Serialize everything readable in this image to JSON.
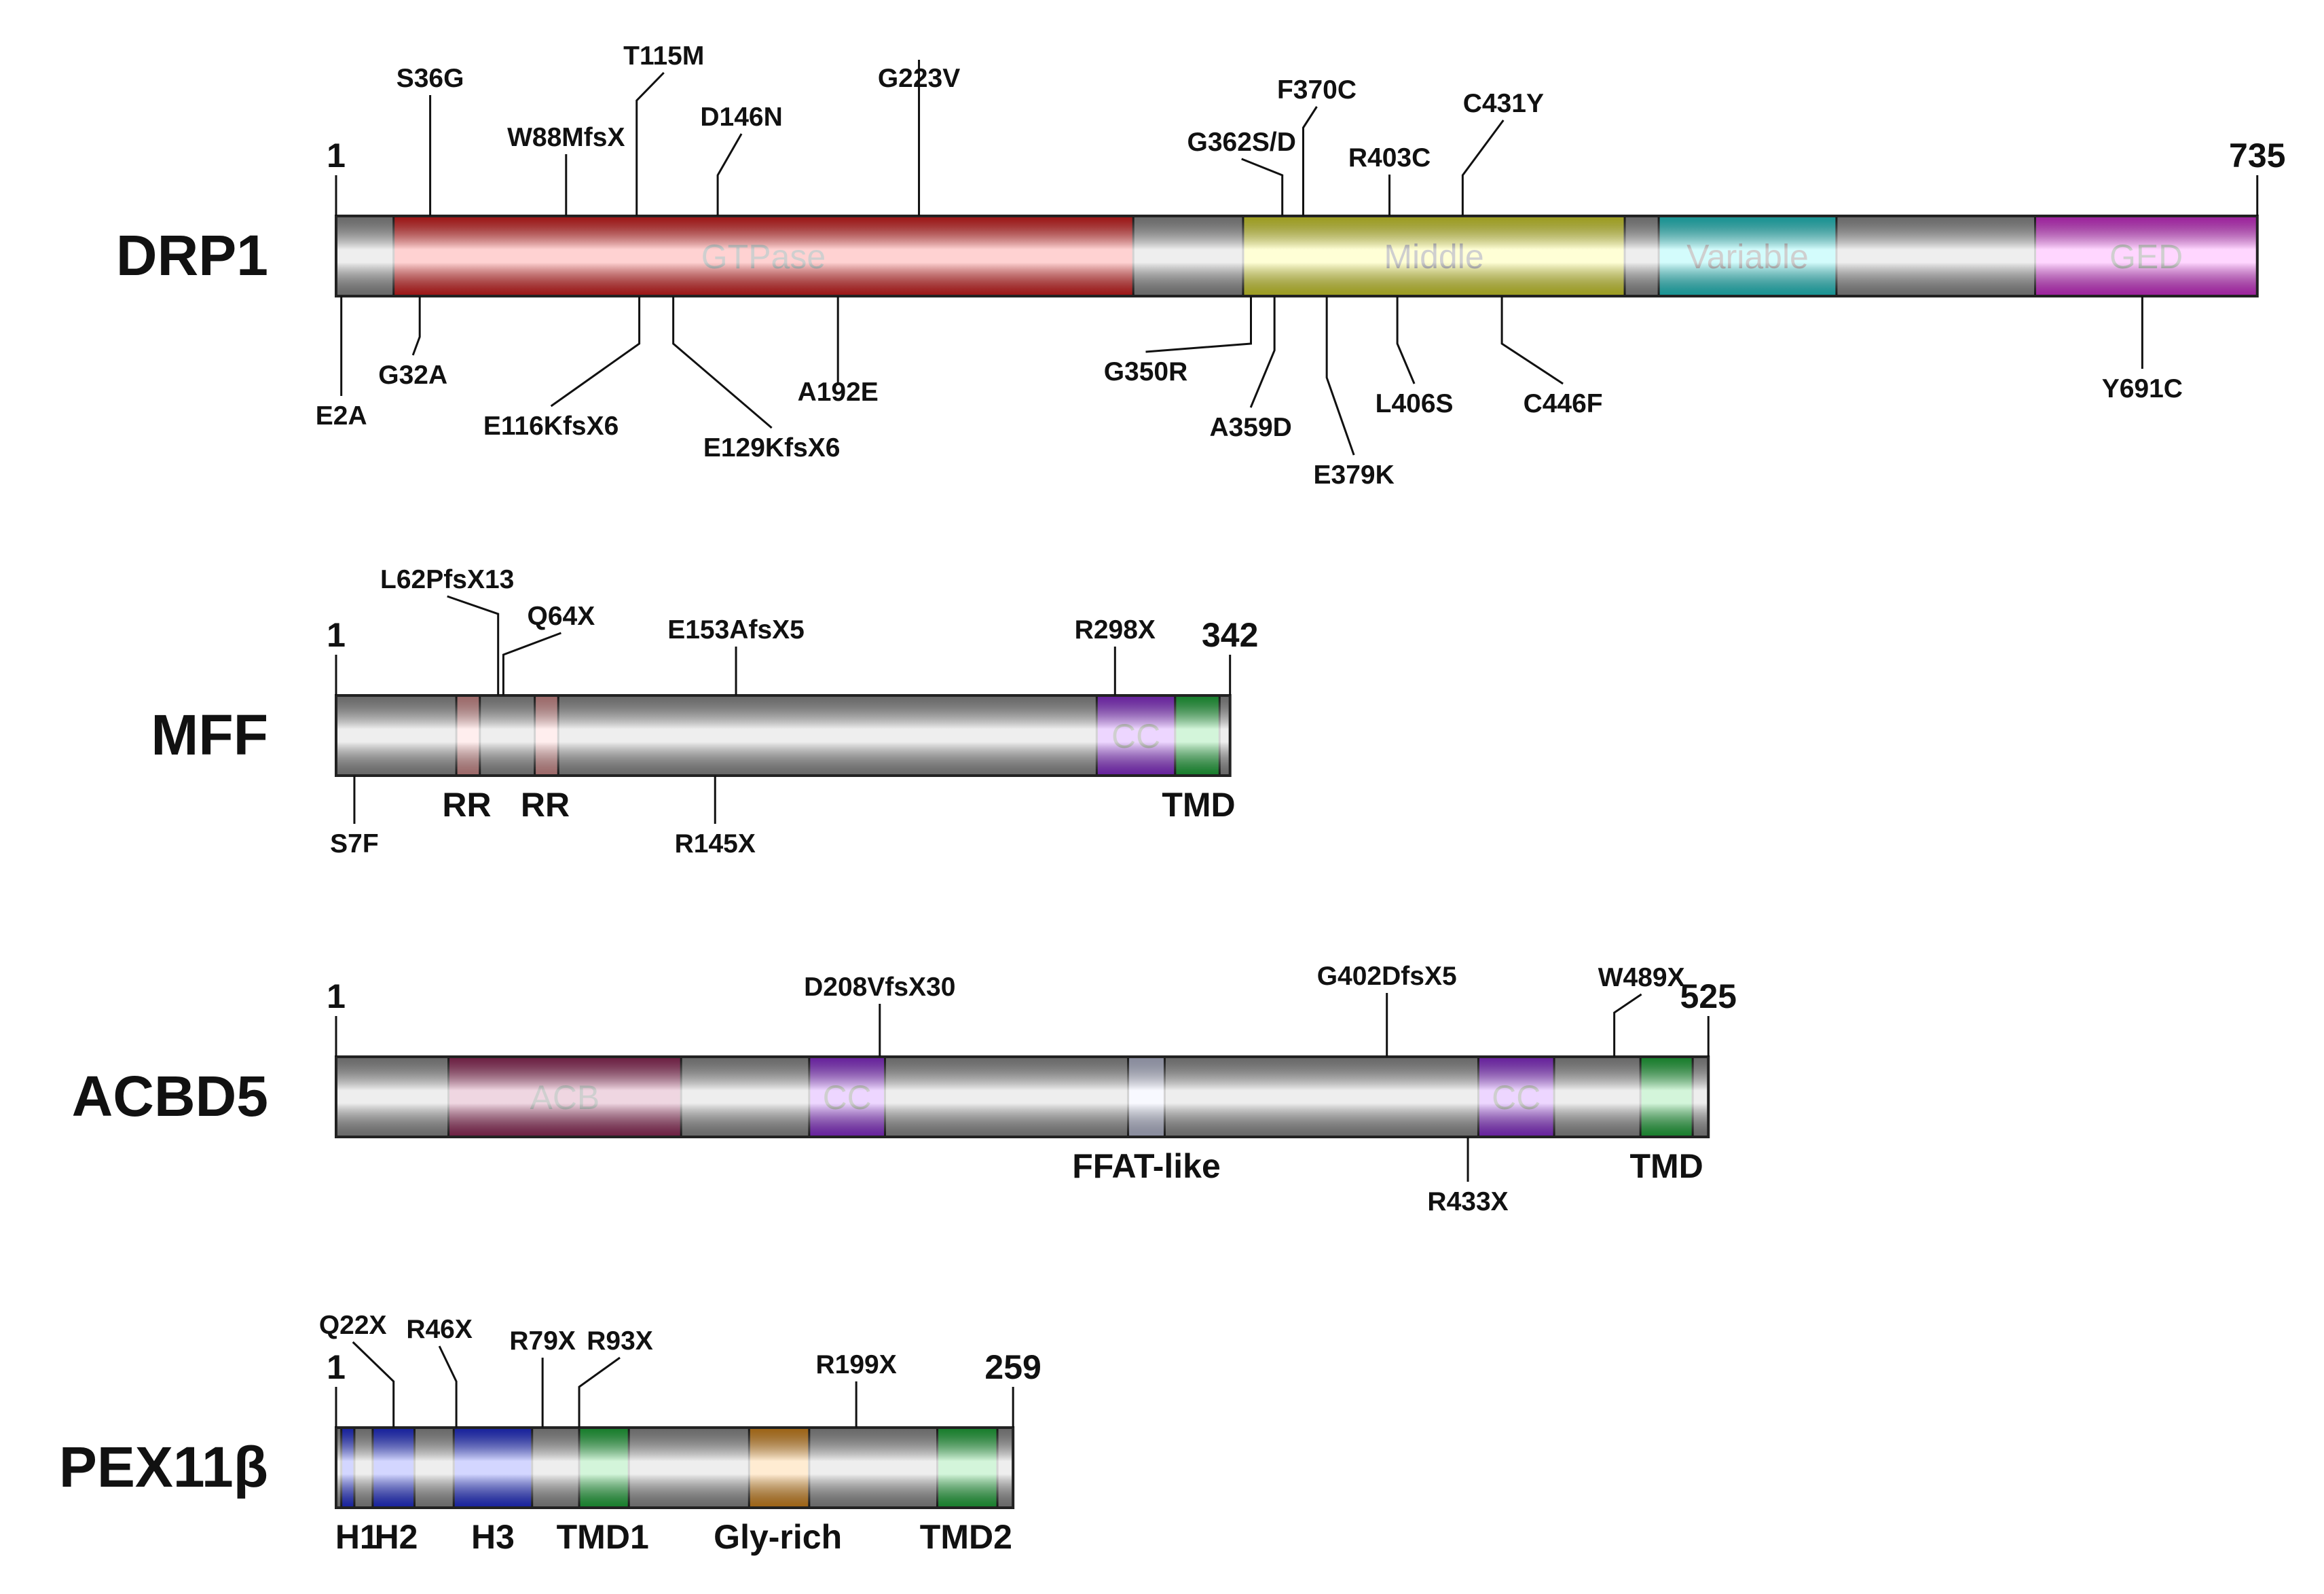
{
  "colors": {
    "GTPase": "#ff2020",
    "Middle": "#ffff30",
    "Variable": "#22eeee",
    "GED": "#ff33ff",
    "RR": "#ffaaaa",
    "CC": "#a633ff",
    "TMD": "#22cc44",
    "ACB": "#b0306a",
    "FFAT": "#dde2ff",
    "H": "#2233ff",
    "Gly": "#ffa020",
    "backbone": "#a8a8a8"
  },
  "proteins": [
    {
      "name": "DRP1",
      "start_label": "1",
      "end_label": "735",
      "length": 735,
      "domains": [
        {
          "label": "GTPase",
          "start": 22,
          "end": 305,
          "color": "GTPase"
        },
        {
          "label": "Middle",
          "start": 347,
          "end": 493,
          "color": "Middle"
        },
        {
          "label": "Variable",
          "start": 506,
          "end": 574,
          "color": "Variable"
        },
        {
          "label": "GED",
          "start": 650,
          "end": 735,
          "color": "GED"
        }
      ],
      "below_labels": [],
      "mutations": [
        {
          "label": "S36G",
          "side": "top",
          "pos": 36
        },
        {
          "label": "W88MfsX",
          "side": "top",
          "pos": 88
        },
        {
          "label": "T115M",
          "side": "top",
          "pos": 115
        },
        {
          "label": "D146N",
          "side": "top",
          "pos": 146
        },
        {
          "label": "G223V",
          "side": "top",
          "pos": 223
        },
        {
          "label": "G362S/D",
          "side": "top",
          "pos": 362
        },
        {
          "label": "F370C",
          "side": "top",
          "pos": 370
        },
        {
          "label": "R403C",
          "side": "top",
          "pos": 403
        },
        {
          "label": "C431Y",
          "side": "top",
          "pos": 431
        },
        {
          "label": "E2A",
          "side": "bottom",
          "pos": 2
        },
        {
          "label": "G32A",
          "side": "bottom",
          "pos": 32
        },
        {
          "label": "E116KfsX6",
          "side": "bottom",
          "pos": 116
        },
        {
          "label": "E129KfsX6",
          "side": "bottom",
          "pos": 129
        },
        {
          "label": "A192E",
          "side": "bottom",
          "pos": 192
        },
        {
          "label": "G350R",
          "side": "bottom",
          "pos": 350
        },
        {
          "label": "A359D",
          "side": "bottom",
          "pos": 359
        },
        {
          "label": "E379K",
          "side": "bottom",
          "pos": 379
        },
        {
          "label": "L406S",
          "side": "bottom",
          "pos": 406
        },
        {
          "label": "C446F",
          "side": "bottom",
          "pos": 446
        },
        {
          "label": "Y691C",
          "side": "bottom",
          "pos": 691
        }
      ]
    },
    {
      "name": "MFF",
      "start_label": "1",
      "end_label": "342",
      "length": 342,
      "domains": [
        {
          "label": "",
          "start": 46,
          "end": 55,
          "color": "RR"
        },
        {
          "label": "",
          "start": 76,
          "end": 85,
          "color": "RR"
        },
        {
          "label": "CC",
          "start": 291,
          "end": 321,
          "color": "CC"
        },
        {
          "label": "",
          "start": 321,
          "end": 338,
          "color": "TMD"
        }
      ],
      "below_labels": [
        {
          "text": "RR",
          "pos": 50
        },
        {
          "text": "RR",
          "pos": 80
        },
        {
          "text": "TMD",
          "pos": 330
        }
      ],
      "mutations": [
        {
          "label": "L62PfsX13",
          "side": "top",
          "pos": 62
        },
        {
          "label": "Q64X",
          "side": "top",
          "pos": 64
        },
        {
          "label": "E153AfsX5",
          "side": "top",
          "pos": 153
        },
        {
          "label": "R298X",
          "side": "top",
          "pos": 298
        },
        {
          "label": "S7F",
          "side": "bottom",
          "pos": 7
        },
        {
          "label": "R145X",
          "side": "bottom",
          "pos": 145
        }
      ]
    },
    {
      "name": "ACBD5",
      "start_label": "1",
      "end_label": "525",
      "length": 525,
      "domains": [
        {
          "label": "ACB",
          "start": 43,
          "end": 132,
          "color": "ACB"
        },
        {
          "label": "CC",
          "start": 181,
          "end": 210,
          "color": "CC"
        },
        {
          "label": "",
          "start": 303,
          "end": 317,
          "color": "FFAT"
        },
        {
          "label": "CC",
          "start": 437,
          "end": 466,
          "color": "CC"
        },
        {
          "label": "",
          "start": 499,
          "end": 519,
          "color": "TMD"
        }
      ],
      "below_labels": [
        {
          "text": "FFAT-like",
          "pos": 310
        },
        {
          "text": "TMD",
          "pos": 509
        }
      ],
      "mutations": [
        {
          "label": "D208VfsX30",
          "side": "top",
          "pos": 208
        },
        {
          "label": "G402DfsX5",
          "side": "top",
          "pos": 402
        },
        {
          "label": "W489X",
          "side": "top",
          "pos": 489
        },
        {
          "label": "R433X",
          "side": "bottom",
          "pos": 433
        }
      ]
    },
    {
      "name": "PEX11β",
      "start_label": "1",
      "end_label": "259",
      "length": 259,
      "domains": [
        {
          "label": "",
          "start": 2,
          "end": 7,
          "color": "H"
        },
        {
          "label": "",
          "start": 14,
          "end": 30,
          "color": "H"
        },
        {
          "label": "",
          "start": 45,
          "end": 75,
          "color": "H"
        },
        {
          "label": "",
          "start": 93,
          "end": 112,
          "color": "TMD"
        },
        {
          "label": "",
          "start": 158,
          "end": 181,
          "color": "Gly"
        },
        {
          "label": "",
          "start": 230,
          "end": 253,
          "color": "TMD"
        }
      ],
      "below_labels": [
        {
          "text": "H1",
          "pos": 8
        },
        {
          "text": "H2",
          "pos": 23
        },
        {
          "text": "H3",
          "pos": 60
        },
        {
          "text": "TMD1",
          "pos": 102
        },
        {
          "text": "Gly-rich",
          "pos": 169
        },
        {
          "text": "TMD2",
          "pos": 241
        }
      ],
      "mutations": [
        {
          "label": "Q22X",
          "side": "top",
          "pos": 22
        },
        {
          "label": "R46X",
          "side": "top",
          "pos": 46
        },
        {
          "label": "R79X",
          "side": "top",
          "pos": 79
        },
        {
          "label": "R93X",
          "side": "top",
          "pos": 93
        },
        {
          "label": "R199X",
          "side": "top",
          "pos": 199
        }
      ]
    }
  ]
}
